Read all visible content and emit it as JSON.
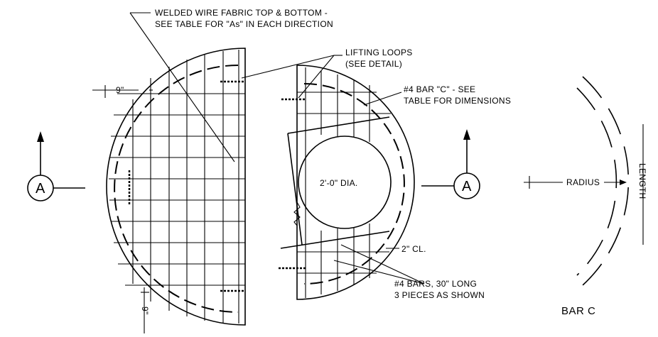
{
  "labels": {
    "wwf_line1": "WELDED WIRE FABRIC TOP & BOTTOM -",
    "wwf_line2": "SEE TABLE FOR \"As\" IN EACH DIRECTION",
    "lifting_line1": "LIFTING LOOPS",
    "lifting_line2": "(SEE DETAIL)",
    "barc_line1": "#4 BAR \"C\" - SEE",
    "barc_line2": "TABLE FOR DIMENSIONS",
    "dim_top": "9\"",
    "dim_bottom": "9\"",
    "dia": "2'-0\" DIA.",
    "clear": "2\" CL.",
    "bars_line1": "#4 BARS, 30\" LONG",
    "bars_line2": "3 PIECES AS SHOWN",
    "radius": "RADIUS",
    "length": "LENGTH",
    "bar_c_title": "BAR C",
    "section_left": "A",
    "section_right": "A"
  }
}
